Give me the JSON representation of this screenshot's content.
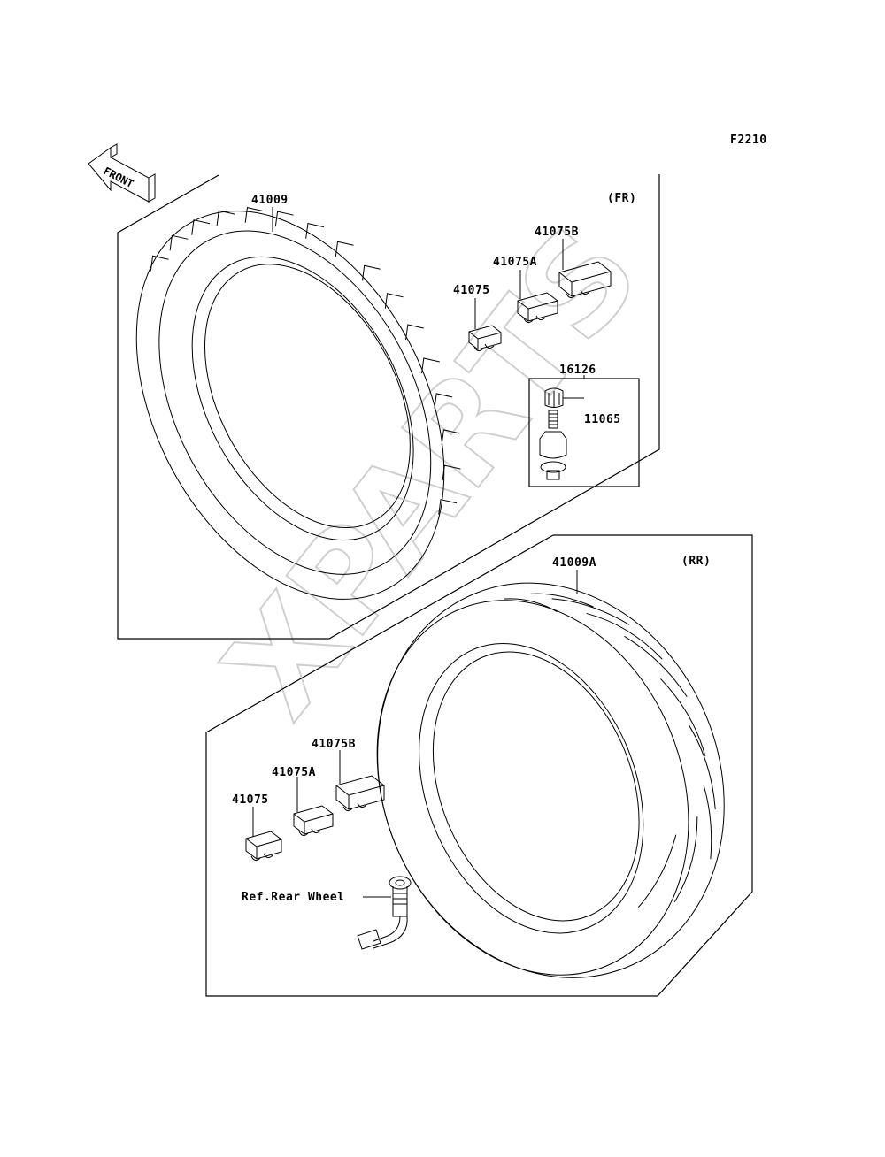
{
  "figure_code": "F2210",
  "direction_label": "FRONT",
  "watermark": "XPARTS",
  "front_section": {
    "tag": "(FR)",
    "tire_part": "41009",
    "weights": [
      "41075",
      "41075A",
      "41075B"
    ],
    "valve_assembly": "16126",
    "valve_cap": "11065"
  },
  "rear_section": {
    "tag": "(RR)",
    "tire_part": "41009A",
    "weights": [
      "41075",
      "41075A",
      "41075B"
    ],
    "valve_reference": "Ref.Rear Wheel"
  }
}
